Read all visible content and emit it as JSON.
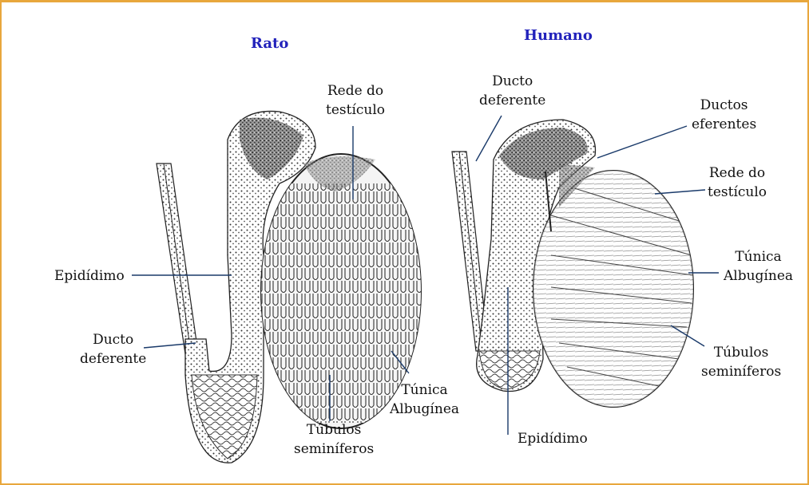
{
  "diagram": {
    "frame_color": "#e8a73c",
    "title_color": "#2222bb",
    "rat": {
      "title": "Rato",
      "labels": {
        "rede": [
          "Rede do",
          "testículo"
        ],
        "epididimo": "Epidídimo",
        "ducto": [
          "Ducto",
          "deferente"
        ],
        "tubulos": [
          "Túbulos",
          "seminíferos"
        ],
        "tunica": [
          "Túnica",
          "Albugínea"
        ]
      }
    },
    "human": {
      "title": "Humano",
      "labels": {
        "ducto": [
          "Ducto",
          "deferente"
        ],
        "eferentes": [
          "Ductos",
          "eferentes"
        ],
        "rede": [
          "Rede do",
          "testículo"
        ],
        "tunica": [
          "Túnica",
          "Albugínea"
        ],
        "tubulos": [
          "Túbulos",
          "seminíferos"
        ],
        "epididimo": "Epidídimo"
      }
    }
  }
}
